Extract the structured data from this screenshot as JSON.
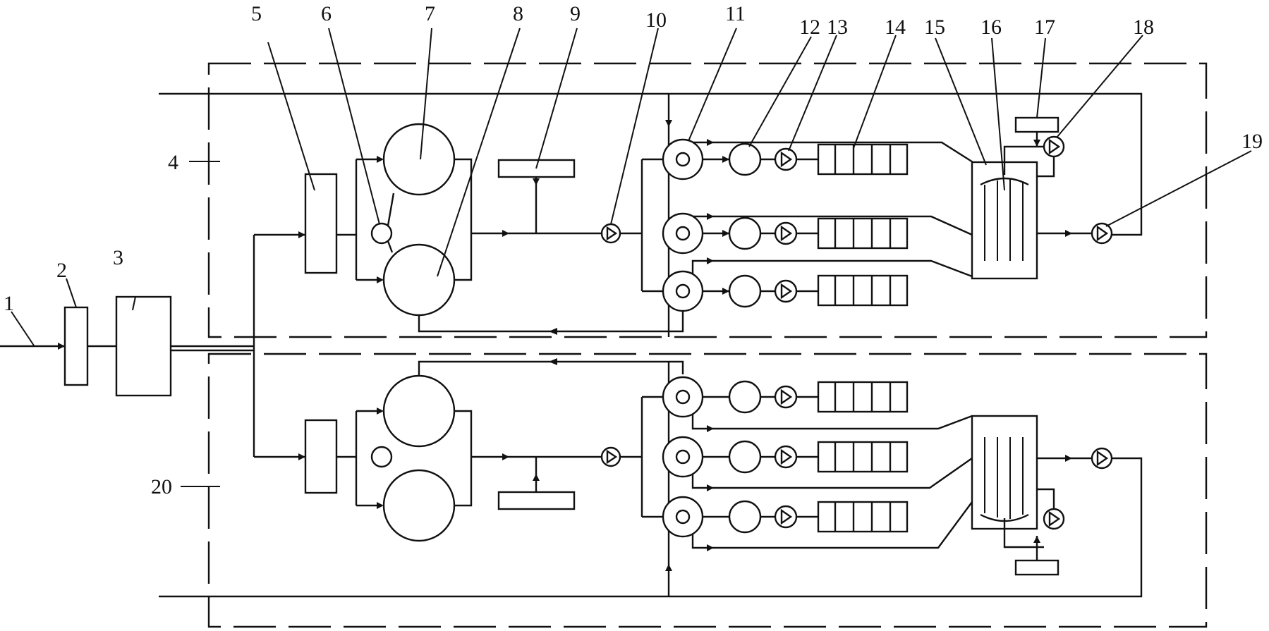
{
  "labels": [
    "1",
    "2",
    "3",
    "4",
    "5",
    "6",
    "7",
    "8",
    "9",
    "10",
    "11",
    "12",
    "13",
    "14",
    "15",
    "16",
    "17",
    "18",
    "19",
    "20"
  ],
  "colors": {
    "line": "#111111",
    "background": "#ffffff"
  }
}
